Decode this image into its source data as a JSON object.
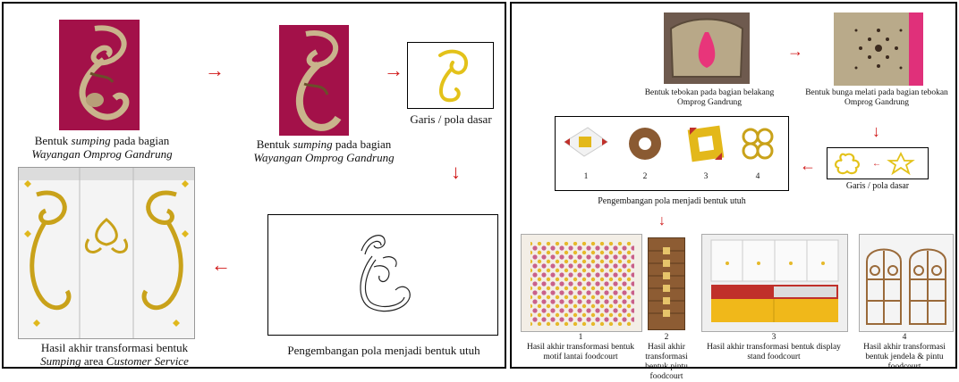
{
  "left": {
    "caption1": {
      "line1_pre": "Bentuk ",
      "line1_italic": "sumping",
      "line1_post": " pada bagian",
      "line2": "Wayangan Omprog Gandrung"
    },
    "caption2": {
      "line1_pre": "Bentuk ",
      "line1_italic": "sumping",
      "line1_post": " pada bagian",
      "line2": "Wayangan Omprog Gandrung"
    },
    "caption3": "Garis / pola dasar",
    "caption4": "Pengembangan pola menjadi bentuk utuh",
    "caption5": {
      "line1": "Hasil akhir transformasi bentuk",
      "line2_italic1": "Sumping",
      "line2_mid": " area ",
      "line2_italic2": "Customer Service"
    }
  },
  "right": {
    "top_cap1": "Bentuk tebokan pada bagian belakang Omprog Gandrung",
    "top_cap2": "Bentuk bunga melati pada bagian tebokan Omprog Gandrung",
    "garis_cap": "Garis / pola dasar",
    "pengembangan_cap": "Pengembangan pola menjadi bentuk utuh",
    "numbers": [
      "1",
      "2",
      "3",
      "4"
    ],
    "results": [
      {
        "num": "1",
        "text": "Hasil akhir transformasi bentuk motif lantai foodcourt"
      },
      {
        "num": "2",
        "text": "Hasil akhir transformasi bentuk pintu foodcourt"
      },
      {
        "num": "3",
        "text": "Hasil akhir transformasi bentuk display stand foodcourt"
      },
      {
        "num": "4",
        "text": "Hasil akhir transformasi bentuk jendela & pintu foodcourt"
      }
    ]
  },
  "colors": {
    "arrow": "#d01818",
    "gold": "#d9b21e",
    "magenta": "#a0104a"
  }
}
